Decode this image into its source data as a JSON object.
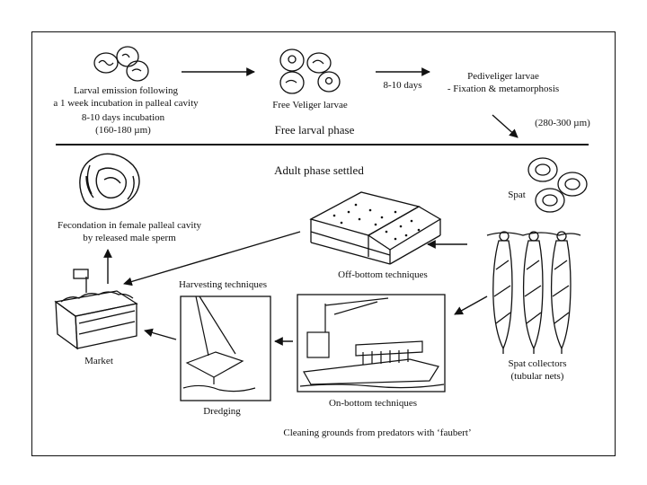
{
  "larval_phase": {
    "larval_emission": [
      "Larval emission following",
      "a 1 week incubation in palleal cavity"
    ],
    "incubation": [
      "8-10 days incubation",
      "(160-180 µm)"
    ],
    "free_veliger": "Free Veliger larvae",
    "days": "8-10 days",
    "pediveliger": [
      "Pediveliger larvae",
      "- Fixation & metamorphosis"
    ],
    "size": "(280-300 µm)",
    "phase_title": "Free larval phase"
  },
  "adult_phase": {
    "phase_title": "Adult phase settled",
    "fecondation": [
      "Fecondation in female palleal cavity",
      "by released male sperm"
    ],
    "spat": "Spat",
    "off_bottom": "Off-bottom techniques",
    "harvesting": "Harvesting techniques",
    "market": "Market",
    "dredging": "Dredging",
    "on_bottom": "On-bottom techniques",
    "spat_collectors": [
      "Spat collectors",
      "(tubular nets)"
    ],
    "cleaning": "Cleaning grounds from predators with ‘faubert’"
  }
}
